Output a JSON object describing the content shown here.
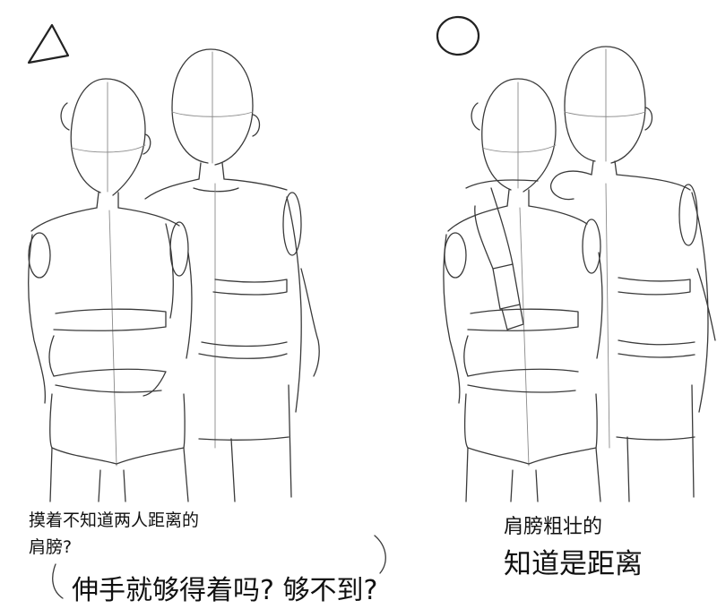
{
  "captions": {
    "left_line1": "摸着不知道两人距离的",
    "left_line2": "肩膀?",
    "bottom_line": "伸手就够得着吗? 够不到?",
    "right_line1": "肩膀粗壮的",
    "right_line2": "知道是距离"
  },
  "marks": {
    "left_symbol": "triangle-mark",
    "right_symbol": "circle-mark"
  }
}
